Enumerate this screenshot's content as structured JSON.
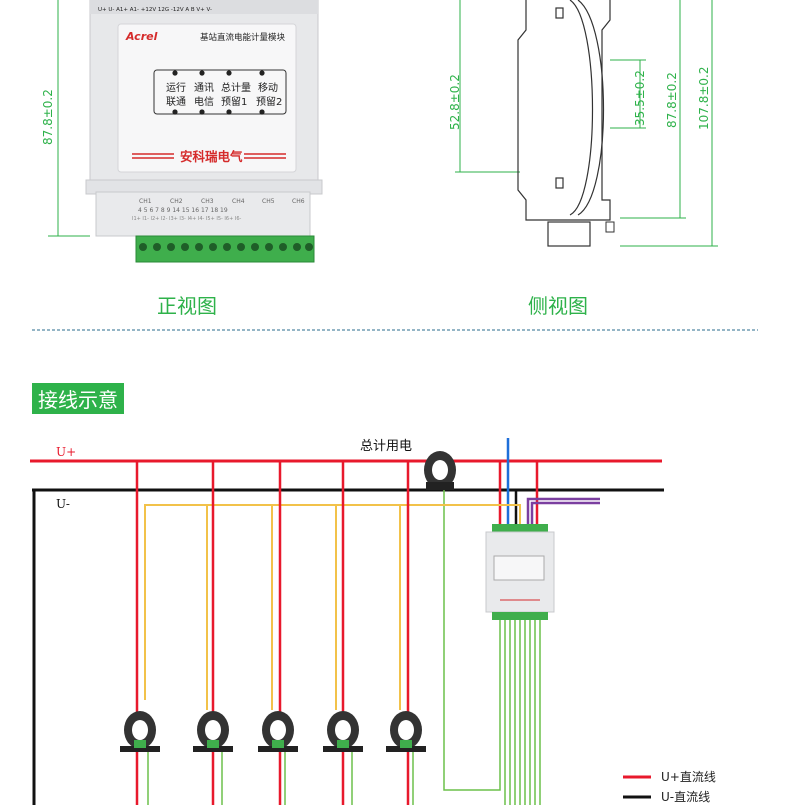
{
  "front_view": {
    "caption": "正视图",
    "dimension": "87.8±0.2",
    "brand": "Acrel",
    "module_title": "基站直流电能计量模块",
    "indicators_row1": [
      "运行",
      "通讯",
      "总计量",
      "移动"
    ],
    "indicators_row2": [
      "联通",
      "电信",
      "预留1",
      "预留2"
    ],
    "company": "安科瑞电气",
    "top_terminal_labels": "U+ U- A1+ A1- +12V 12G -12V A B V+ V-",
    "channels": [
      "CH1",
      "CH2",
      "CH3",
      "CH4",
      "CH5",
      "CH6"
    ],
    "channel_numbers": "4 5 6 7 8 9 14 15 16 17 18 19",
    "channel_pins": "I1+ I1- I2+ I2- I3+ I3- I4+ I4- I5+ I5- I6+ I6-"
  },
  "side_view": {
    "caption": "侧视图",
    "dim_a": "52.8±0.2",
    "dim_b": "35.5±0.2",
    "dim_c": "87.8±0.2",
    "dim_d": "107.8±0.2"
  },
  "wiring": {
    "section_title": "接线示意",
    "u_plus": "U+",
    "u_minus": "U-",
    "total_label": "总计用电",
    "legend": [
      {
        "label": "U+直流线",
        "color": "#e8192c"
      },
      {
        "label": "U-直流线",
        "color": "#111111"
      }
    ]
  },
  "colors": {
    "accent": "#2eb24a",
    "red": "#e8192c",
    "yellow": "#f2c24a",
    "blue": "#1e6fd9",
    "purple": "#7b3fa0",
    "green_wire": "#6cc04a"
  }
}
